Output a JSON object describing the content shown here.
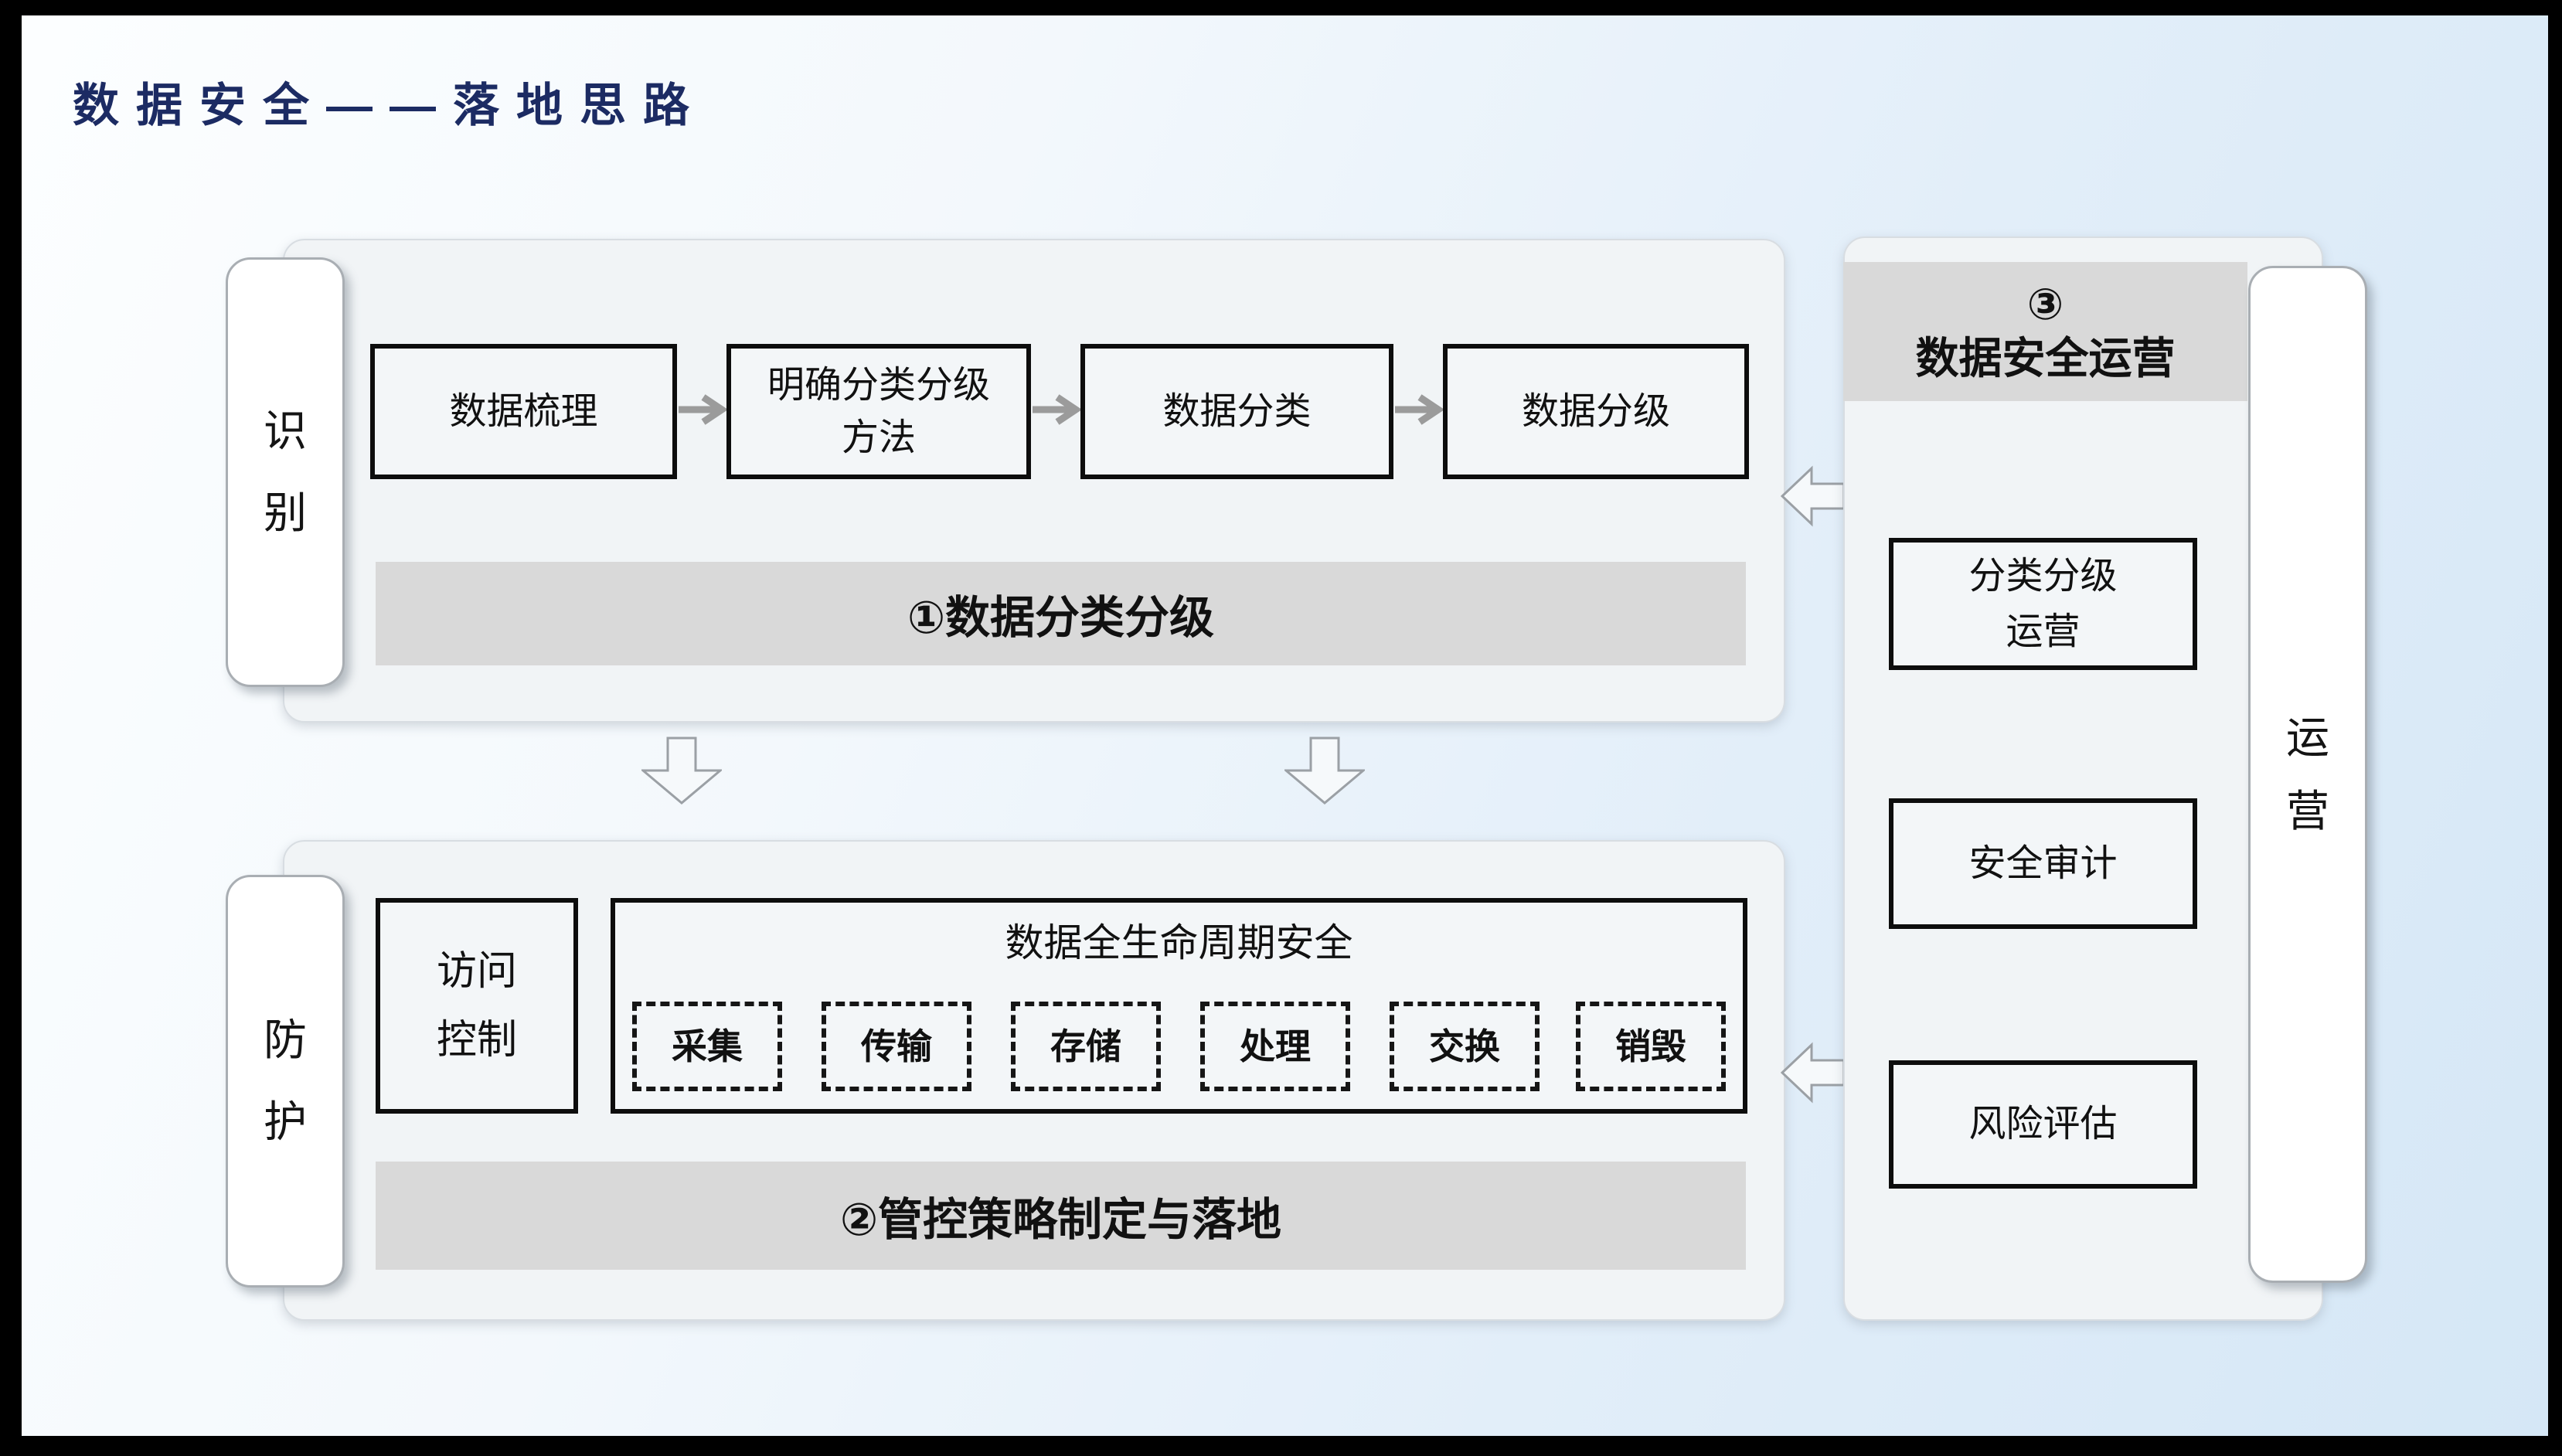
{
  "title": "数据安全——落地思路",
  "identify": {
    "side_label": "识\n别",
    "flow": [
      "数据梳理",
      "明确分类分级\n方法",
      "数据分类",
      "数据分级"
    ],
    "banner": "①数据分类分级"
  },
  "protect": {
    "side_label": "防\n护",
    "access_label": "访问\n控制",
    "lifecycle_title": "数据全生命周期安全",
    "stages": [
      "采集",
      "传输",
      "存储",
      "处理",
      "交换",
      "销毁"
    ],
    "banner": "②管控策略制定与落地"
  },
  "operation": {
    "header": "③\n数据安全运营",
    "items": [
      "分类分级\n运营",
      "安全审计",
      "风险评估"
    ],
    "side_label": "运\n营"
  },
  "colors": {
    "title_text": "#1c2b63",
    "banner_bg": "#d9d9d9",
    "panel_bg": "#f1f4f6",
    "flow_arrow_gray": "#9b9b9b",
    "hollow_arrow_stroke": "#9ba0a5",
    "frame": "#000000"
  }
}
